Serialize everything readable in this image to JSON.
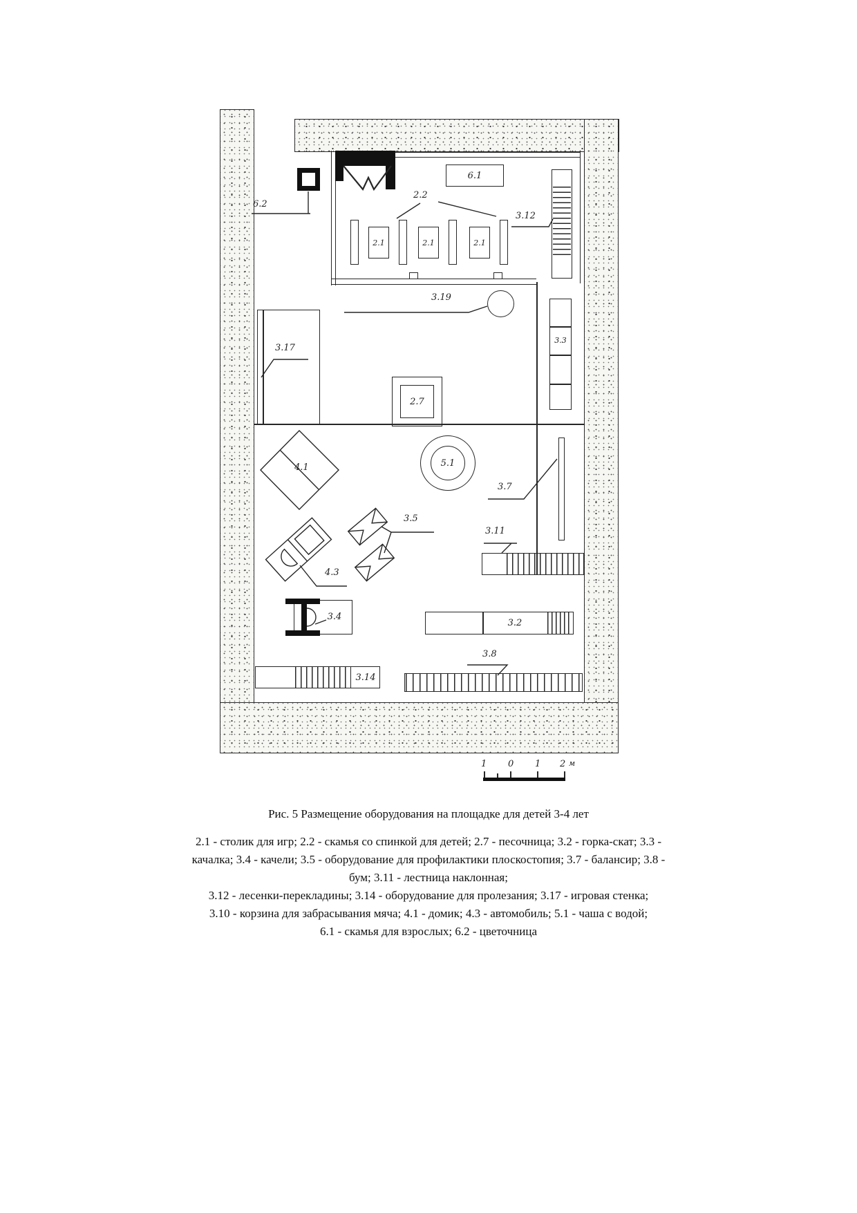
{
  "figure": {
    "caption": "Рис. 5 Размещение оборудования на площадке для детей 3-4 лет",
    "legend_lines": [
      "2.1 - столик для игр; 2.2 - скамья со спинкой для детей; 2.7 - песочница; 3.2 - горка-скат; 3.3 -",
      "качалка; 3.4 - качели; 3.5 - оборудование для профилактики плоскостопия; 3.7 - балансир; 3.8 -",
      "бум; 3.11 - лестница наклонная;",
      "3.12 - лесенки-перекладины; 3.14 - оборудование для пролезания; 3.17 - игровая стенка;",
      "3.10 - корзина для забрасывания мяча; 4.1 - домик; 4.3 - автомобиль; 5.1 - чаша с водой;",
      "6.1 - скамья для взрослых; 6.2 - цветочница"
    ]
  },
  "scalebar": {
    "labels": [
      "1",
      "0",
      "1",
      "2"
    ],
    "unit": "м"
  },
  "plan": {
    "labels": {
      "flowerbox": "6.2",
      "adult_bench": "6.1",
      "child_bench": "2.2",
      "table": "2.1",
      "ladder_rungs": "3.12",
      "basket": "3.19",
      "rocker": "3.3",
      "play_wall": "3.17",
      "sandpit": "2.7",
      "house": "4.1",
      "water_bowl": "5.1",
      "balancer": "3.7",
      "foot_equipment": "3.5",
      "car": "4.3",
      "swing": "3.4",
      "incline_ladder": "3.11",
      "slide": "3.2",
      "beam": "3.8",
      "crawl_equipment": "3.14"
    }
  },
  "colors": {
    "ink": "#1c1c1c",
    "paper": "#ffffff"
  }
}
